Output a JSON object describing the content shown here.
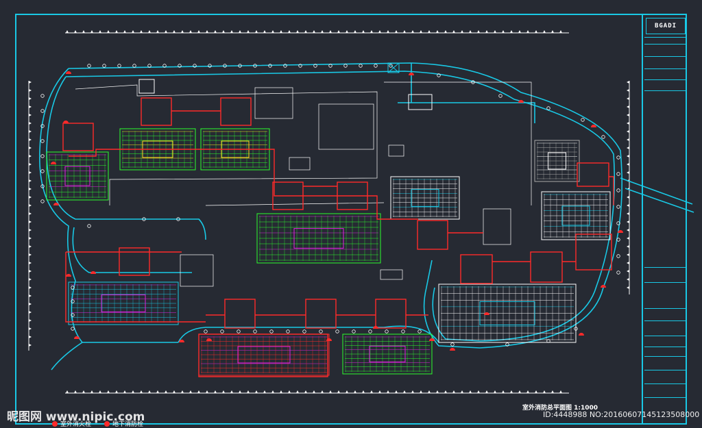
{
  "drawing": {
    "title_block_logo": "BGADI",
    "legend_title": "室外消防总平面图 1:1000"
  },
  "watermark": {
    "site_text": "昵图网 www.nipic.com",
    "id_text": "ID:4448988 NO:20160607145123508000"
  },
  "colors": {
    "background": "#262a33",
    "frame": "#19c9e6",
    "road": "#19c9e6",
    "fire_lane": "#ff2a2a",
    "tree_mark": "#ffffff",
    "building_lines": "#ffffff",
    "landscape": "#2cff2c",
    "accent_magenta": "#e020e0",
    "accent_yellow": "#ffe020"
  },
  "legend": [
    {
      "icon": "fire-hydrant-icon",
      "color": "#ff2a2a",
      "label": "室外消火栓"
    },
    {
      "icon": "fire-hydrant-icon",
      "color": "#ff2a2a",
      "label": "地下消防栓"
    }
  ]
}
